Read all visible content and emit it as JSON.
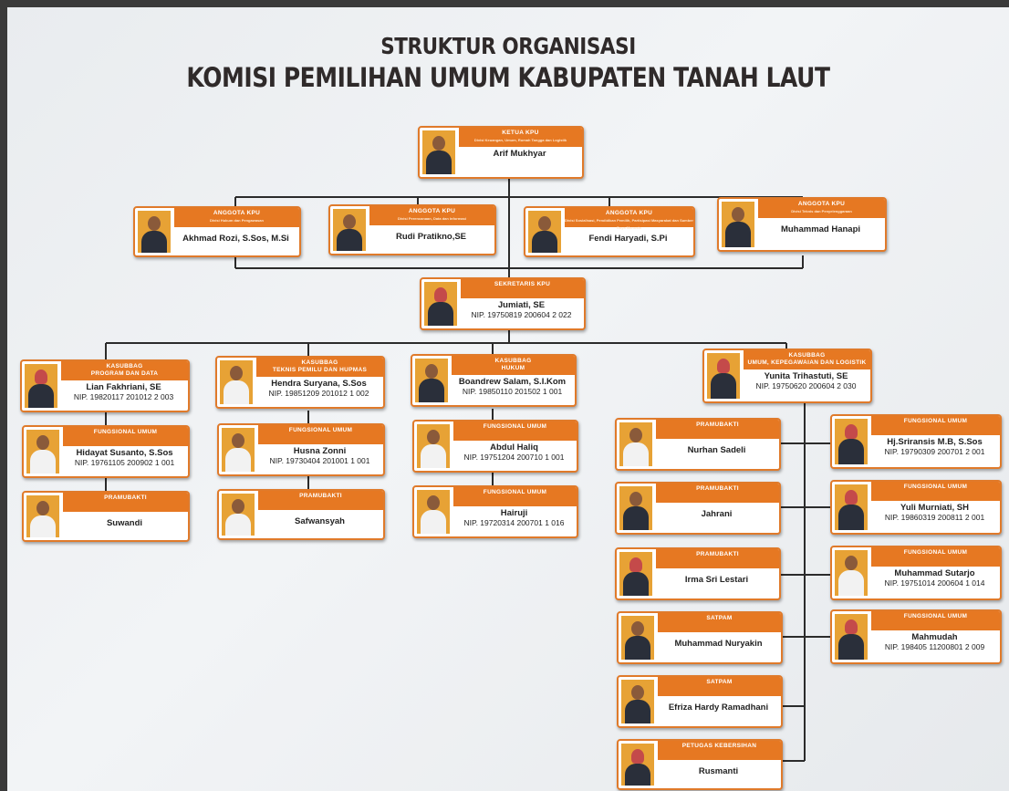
{
  "title": {
    "line1": "STRUKTUR ORGANISASI",
    "line2": "KOMISI PEMILIHAN UMUM KABUPATEN TANAH LAUT"
  },
  "ketua": {
    "role": "KETUA KPU",
    "sub": "Divisi Keuangan, Umum, Rumah Tangga dan Logistik",
    "name": "Arif Mukhyar"
  },
  "anggota": [
    {
      "role": "ANGGOTA KPU",
      "sub": "Divisi Hukum dan Pengawasan",
      "name": "Akhmad Rozi, S.Sos, M.Si"
    },
    {
      "role": "ANGGOTA KPU",
      "sub": "Divisi Perencanaan, Data dan Informasi",
      "name": "Rudi Pratikno,SE"
    },
    {
      "role": "ANGGOTA KPU",
      "sub": "Divisi Sosialisasi, Pendidikan Pemilih, Partisipasi Masyarakat dan Sumber Daya Manusia",
      "name": "Fendi Haryadi, S.Pi"
    },
    {
      "role": "ANGGOTA KPU",
      "sub": "Divisi Teknis dan Penyelenggaraan",
      "name": "Muhammad Hanapi"
    }
  ],
  "sekretaris": {
    "role": "SEKRETARIS KPU",
    "name": "Jumiati, SE",
    "nip": "NIP. 19750819 200604 2 022"
  },
  "kasubbag": [
    {
      "role": "KASUBBAG",
      "role2": "PROGRAM DAN DATA",
      "name": "Lian Fakhriani, SE",
      "nip": "NIP. 19820117 201012 2 003"
    },
    {
      "role": "KASUBBAG",
      "role2": "TEKNIS PEMILU DAN HUPMAS",
      "name": "Hendra Suryana, S.Sos",
      "nip": "NIP. 19851209 201012 1 002"
    },
    {
      "role": "KASUBBAG",
      "role2": "HUKUM",
      "name": "Boandrew Salam, S.I.Kom",
      "nip": "NIP. 19850110 201502 1 001"
    },
    {
      "role": "KASUBBAG",
      "role2": "UMUM, KEPEGAWAIAN DAN LOGISTIK",
      "name": "Yunita Trihastuti, SE",
      "nip": "NIP. 19750620 200604 2 030"
    }
  ],
  "staff_col1": [
    {
      "role": "FUNGSIONAL UMUM",
      "name": "Hidayat Susanto, S.Sos",
      "nip": "NIP. 19761105 200902 1 001"
    },
    {
      "role": "PRAMUBAKTI",
      "name": "Suwandi"
    }
  ],
  "staff_col2": [
    {
      "role": "FUNGSIONAL UMUM",
      "name": "Husna Zonni",
      "nip": "NIP. 19730404 201001 1 001"
    },
    {
      "role": "PRAMUBAKTI",
      "name": "Safwansyah"
    }
  ],
  "staff_col3": [
    {
      "role": "FUNGSIONAL UMUM",
      "name": "Abdul Haliq",
      "nip": "NIP. 19751204 200710 1 001"
    },
    {
      "role": "FUNGSIONAL UMUM",
      "name": "Hairuji",
      "nip": "NIP. 19720314 200701 1 016"
    }
  ],
  "staff_col4_left": [
    {
      "role": "PRAMUBAKTI",
      "name": "Nurhan Sadeli"
    },
    {
      "role": "PRAMUBAKTI",
      "name": "Jahrani"
    },
    {
      "role": "PRAMUBAKTI",
      "name": "Irma Sri Lestari"
    },
    {
      "role": "SATPAM",
      "name": "Muhammad Nuryakin"
    },
    {
      "role": "SATPAM",
      "name": "Efriza Hardy Ramadhani"
    },
    {
      "role": "PETUGAS KEBERSIHAN",
      "name": "Rusmanti"
    }
  ],
  "staff_col4_right": [
    {
      "role": "FUNGSIONAL UMUM",
      "name": "Hj.Sriransis M.B, S.Sos",
      "nip": "NIP. 19790309 200701 2 001"
    },
    {
      "role": "FUNGSIONAL UMUM",
      "name": "Yuli Murniati, SH",
      "nip": "NIP. 19860319 200811 2 001"
    },
    {
      "role": "FUNGSIONAL UMUM",
      "name": "Muhammad Sutarjo",
      "nip": "NIP. 19751014 200604 1 014"
    },
    {
      "role": "FUNGSIONAL UMUM",
      "name": "Mahmudah",
      "nip": "NIP. 198405 11200801 2 009"
    }
  ]
}
